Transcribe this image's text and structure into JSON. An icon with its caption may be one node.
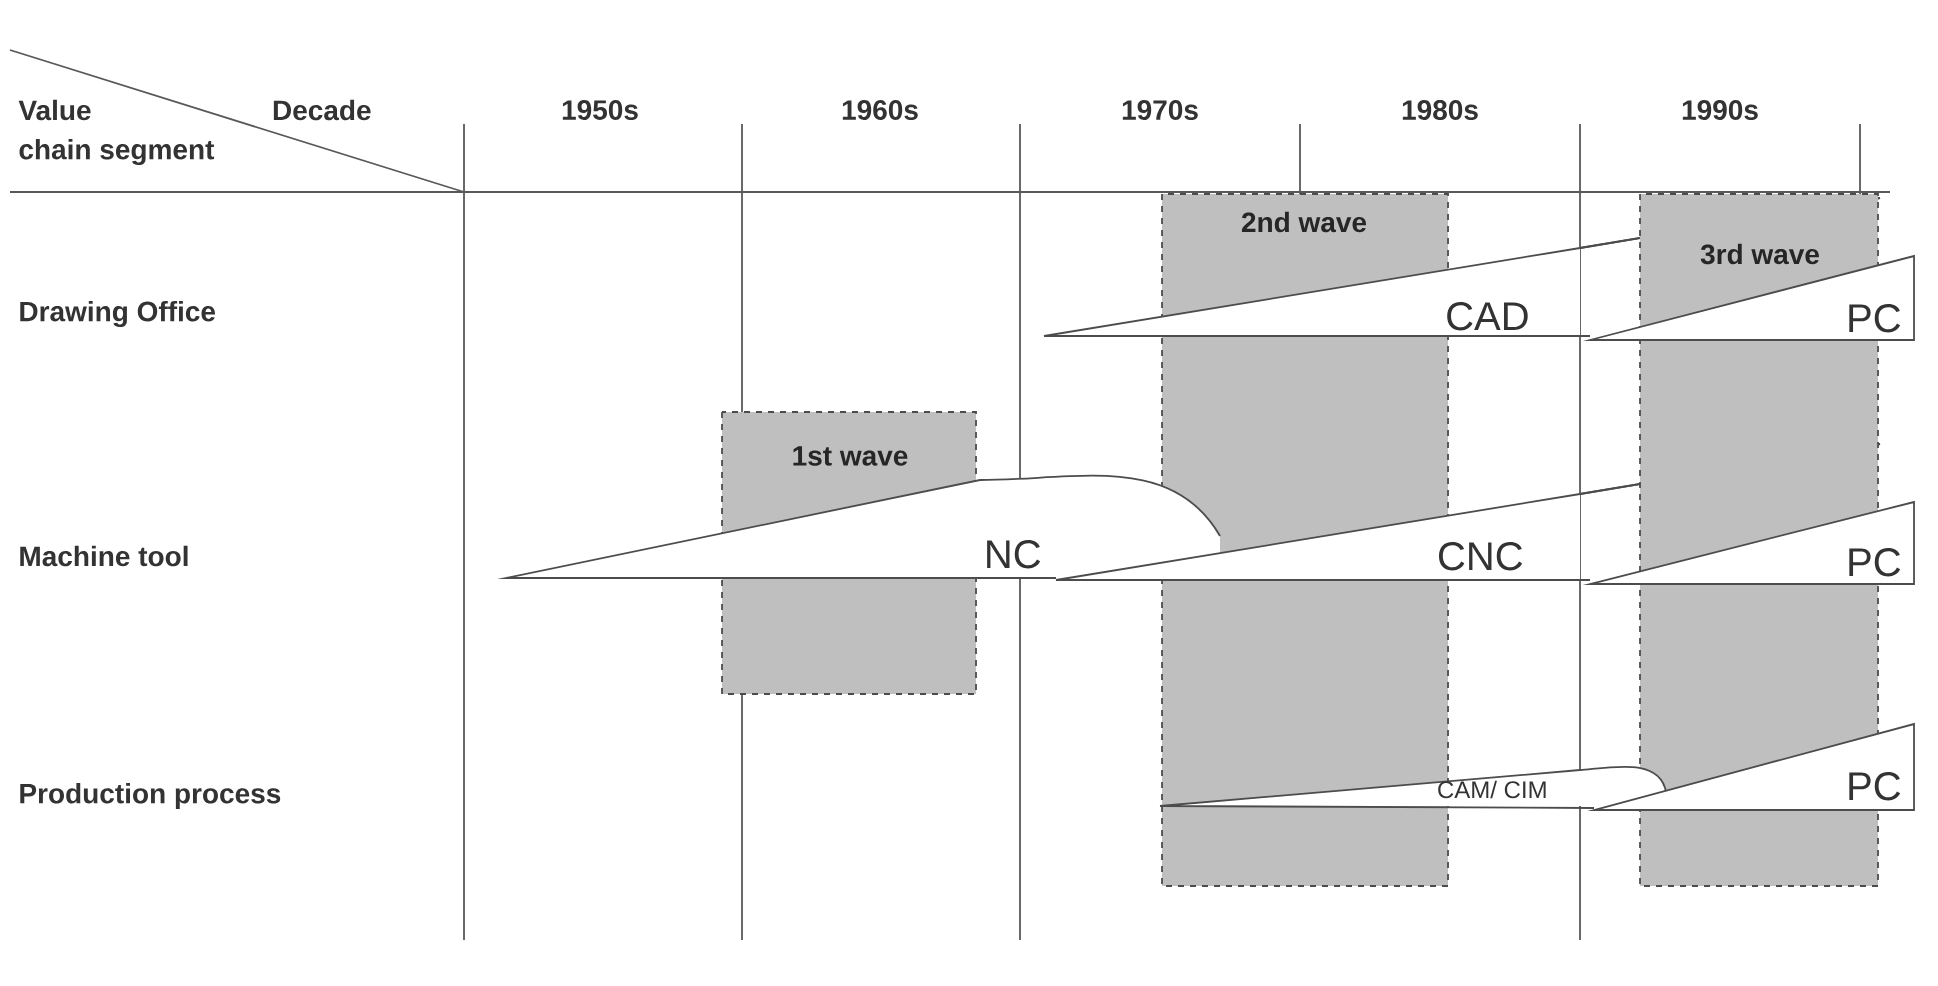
{
  "diagram": {
    "nodes": [
      {
        "text": [
          "2nd wave"
        ]
      },
      {
        "text": [
          "3rd wave"
        ]
      },
      {
        "text": [
          "CAD"
        ]
      },
      {
        "text": [
          "PC"
        ]
      },
      {
        "text": [
          "1st wave"
        ]
      },
      {
        "text": [
          "NC"
        ]
      },
      {
        "text": [
          "CNC"
        ]
      },
      {
        "text": [
          "PC"
        ]
      },
      {
        "text": [
          "CAM/ CIM"
        ]
      },
      {
        "text": [
          "PC"
        ]
      }
    ],
    "labels": [
      "Value",
      "Decade",
      "chain segment",
      "1950s",
      "1960s",
      "1970s",
      "1980s",
      "1990s",
      "Drawing Office",
      "Machine tool",
      "Production process"
    ]
  }
}
